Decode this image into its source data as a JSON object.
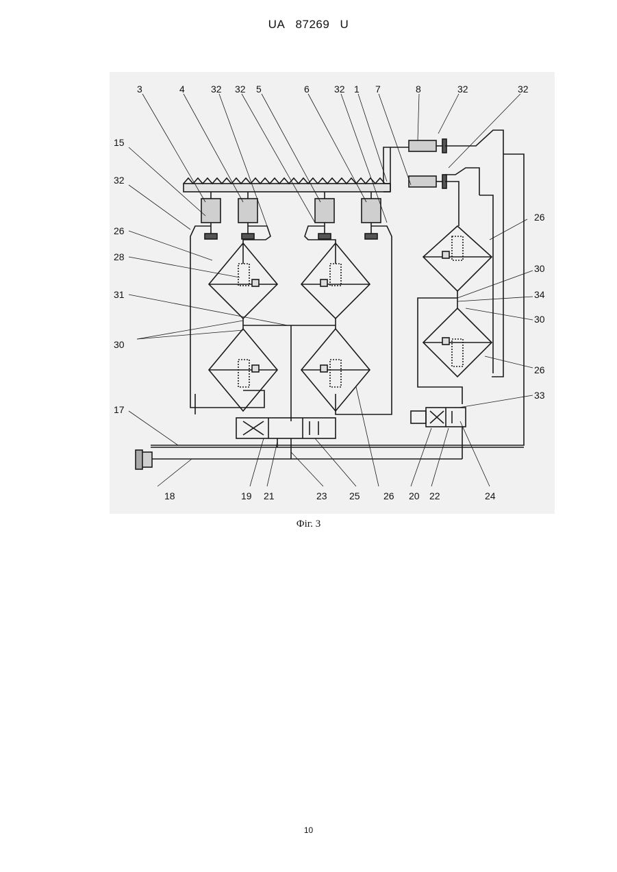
{
  "header": {
    "country": "UA",
    "number": "87269",
    "kind": "U"
  },
  "figure": {
    "caption": "Фіг. 3",
    "labels": {
      "l3": "3",
      "l4": "4",
      "l32a": "32",
      "l32b": "32",
      "l5": "5",
      "l6": "6",
      "l32c": "32",
      "l1": "1",
      "l7": "7",
      "l8": "8",
      "l32d": "32",
      "l32e": "32",
      "l15": "15",
      "l32f": "32",
      "l26a": "26",
      "l28": "28",
      "l31": "31",
      "l30a": "30",
      "l26b": "26",
      "l30b": "30",
      "l34": "34",
      "l30c": "30",
      "l26c": "26",
      "l33": "33",
      "l17": "17",
      "l18": "18",
      "l19": "19",
      "l21": "21",
      "l23": "23",
      "l25": "25",
      "l26d": "26",
      "l20": "20",
      "l22": "22",
      "l24": "24"
    }
  },
  "page_number": "10"
}
